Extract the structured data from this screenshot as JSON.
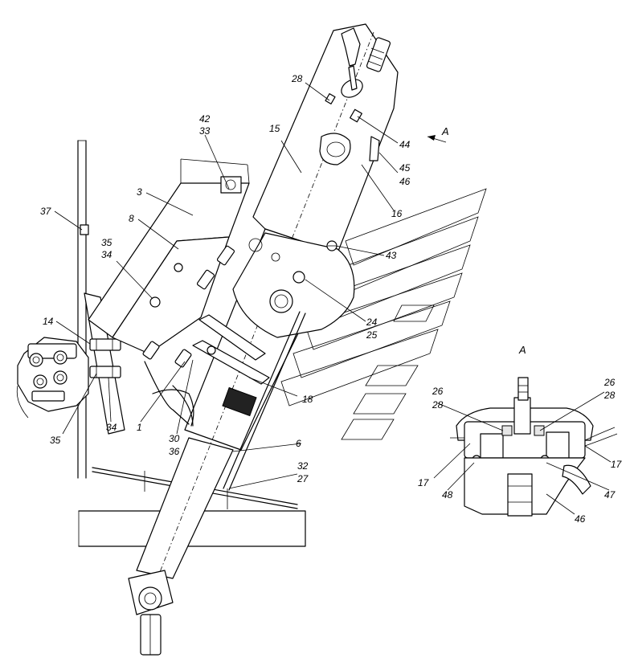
{
  "view_label": "A",
  "arrow_label": "A",
  "callouts": {
    "c28_top": "28",
    "c15": "15",
    "c42": "42",
    "c33": "33",
    "c44": "44",
    "c45": "45",
    "c46_upper": "46",
    "c16": "16",
    "c3": "3",
    "c37": "37",
    "c8": "8",
    "c35_upper": "35",
    "c34_upper": "34",
    "c43": "43",
    "c24": "24",
    "c25": "25",
    "c14": "14",
    "c18": "18",
    "c35_lower": "35",
    "c34_lower": "34",
    "c1": "1",
    "c30": "30",
    "c36": "36",
    "c6": "6",
    "c32": "32",
    "c27": "27",
    "d26_left": "26",
    "d28_left": "28",
    "d26_right": "26",
    "d28_right": "28",
    "d17_left": "17",
    "d48": "48",
    "d47": "47",
    "d17_right": "17",
    "d46": "46"
  }
}
